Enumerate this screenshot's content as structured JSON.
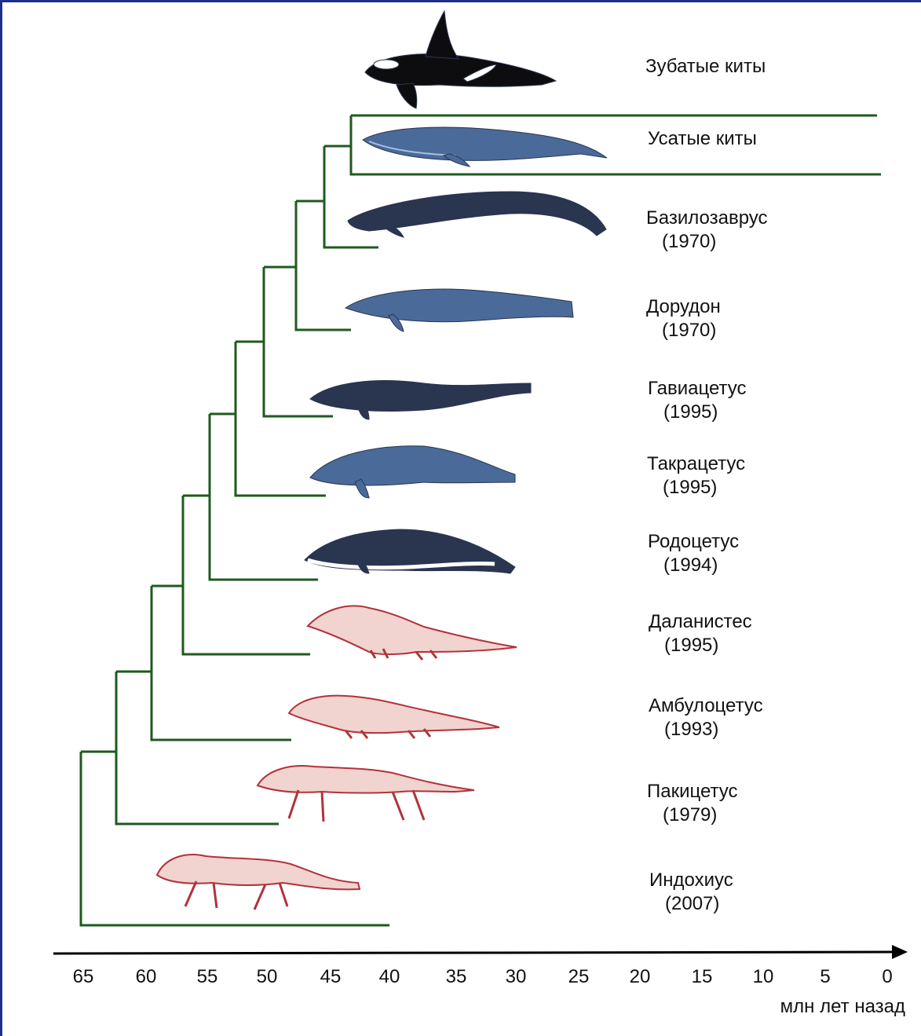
{
  "colors": {
    "tree_line": "#1f5a1f",
    "whale_dark": "#2a3550",
    "whale_mid": "#4a6a9a",
    "whale_light": "#a9bfdc",
    "land_fill": "#f1d3cf",
    "land_stroke": "#b1333a",
    "frame": "#1d2f8a"
  },
  "taxa": [
    {
      "name": "Зубатые киты",
      "year": ""
    },
    {
      "name": "Усатые киты",
      "year": ""
    },
    {
      "name": "Базилозаврус",
      "year": "(1970)"
    },
    {
      "name": "Дорудон",
      "year": "(1970)"
    },
    {
      "name": "Гавиацетус",
      "year": "(1995)"
    },
    {
      "name": "Такрацетус",
      "year": "(1995)"
    },
    {
      "name": "Родоцетус",
      "year": "(1994)"
    },
    {
      "name": "Даланистес",
      "year": "(1995)"
    },
    {
      "name": "Амбулоцетус",
      "year": "(1993)"
    },
    {
      "name": "Пакицетус",
      "year": "(1979)"
    },
    {
      "name": "Индохиус",
      "year": "(2007)"
    }
  ],
  "axis": {
    "ticks": [
      "65",
      "60",
      "55",
      "50",
      "45",
      "40",
      "35",
      "30",
      "25",
      "20",
      "15",
      "10",
      "5",
      "0"
    ],
    "unit": "млн лет назад"
  }
}
